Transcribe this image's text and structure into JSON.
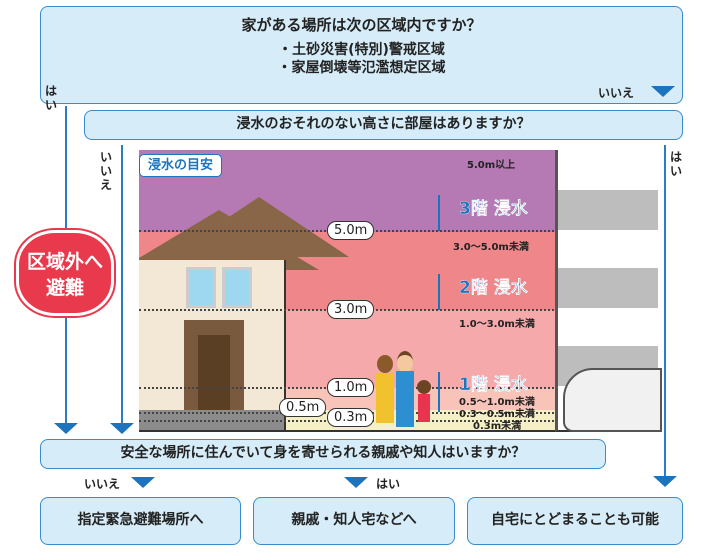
{
  "q1": {
    "title": "家がある場所は次の区域内ですか？",
    "items": [
      "・土砂災害(特別)警戒区域",
      "・家屋倒壊等氾濫想定区域"
    ]
  },
  "q1_yes": "はい",
  "q1_no": "いいえ",
  "q2": {
    "title": "浸水のおそれのない高さに部屋はありますか？"
  },
  "q2_no": "いいえ",
  "q2_yes": "はい",
  "badge": [
    "区域外へ",
    "避難"
  ],
  "scene": {
    "title": "浸水の目安",
    "levels": [
      "5.0m",
      "3.0m",
      "1.0m",
      "0.5m",
      "0.3m"
    ],
    "floors": [
      "3階 浸水",
      "2階 浸水",
      "1階 浸水"
    ],
    "ranges": [
      "5.0m以上",
      "3.0～5.0m未満",
      "1.0～3.0m未満",
      "0.5～1.0m未満",
      "0.3～0.5m未満",
      "0.3m未満"
    ]
  },
  "q3": {
    "title": "安全な場所に住んでいて身を寄せられる親戚や知人はいますか？"
  },
  "q3_no": "いいえ",
  "q3_yes": "はい",
  "results": [
    "指定緊急避難場所へ",
    "親戚・知人宅などへ",
    "自宅にとどまることも可能"
  ],
  "colors": {
    "box": "#d6ecf8",
    "border": "#3a8ccc",
    "arrow": "#1c74bf",
    "purple": "#b57ab3",
    "red": "#ef868a",
    "pink": "#f6a9ab",
    "badge": "#e83a4c"
  }
}
